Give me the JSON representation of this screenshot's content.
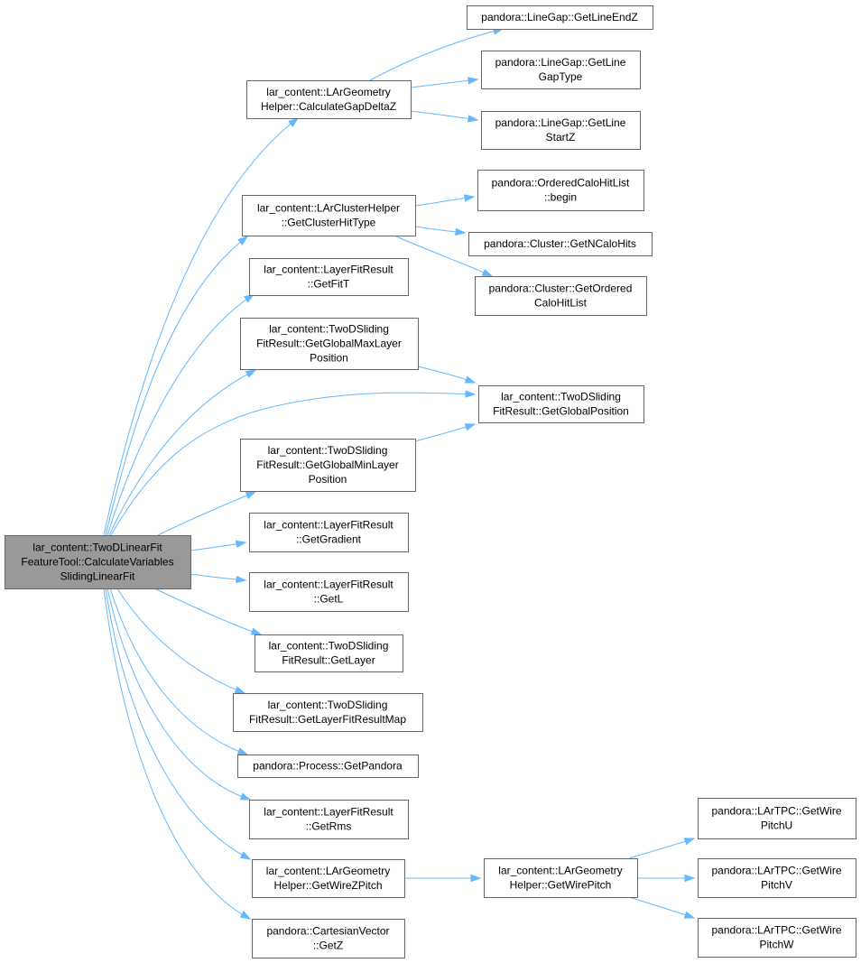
{
  "colors": {
    "edge": "#63b8ff",
    "node_border": "#666666",
    "root_fill": "#999999",
    "node_fill": "#ffffff"
  },
  "nodes": [
    {
      "id": "root",
      "lines": [
        "lar_content::TwoDLinearFit",
        "FeatureTool::CalculateVariables",
        "SlidingLinearFit"
      ]
    },
    {
      "id": "calcGapDeltaZ",
      "lines": [
        "lar_content::LArGeometry",
        "Helper::CalculateGapDeltaZ"
      ]
    },
    {
      "id": "lineEndZ",
      "lines": [
        "pandora::LineGap::GetLineEndZ"
      ]
    },
    {
      "id": "lineGapType",
      "lines": [
        "pandora::LineGap::GetLine",
        "GapType"
      ]
    },
    {
      "id": "lineStartZ",
      "lines": [
        "pandora::LineGap::GetLine",
        "StartZ"
      ]
    },
    {
      "id": "getClusterHitType",
      "lines": [
        "lar_content::LArClusterHelper",
        "::GetClusterHitType"
      ]
    },
    {
      "id": "orderedBegin",
      "lines": [
        "pandora::OrderedCaloHitList",
        "::begin"
      ]
    },
    {
      "id": "getNCaloHits",
      "lines": [
        "pandora::Cluster::GetNCaloHits"
      ]
    },
    {
      "id": "getOrderedCaloHitList",
      "lines": [
        "pandora::Cluster::GetOrdered",
        "CaloHitList"
      ]
    },
    {
      "id": "getFitT",
      "lines": [
        "lar_content::LayerFitResult",
        "::GetFitT"
      ]
    },
    {
      "id": "getGlobalMaxLayerPosition",
      "lines": [
        "lar_content::TwoDSliding",
        "FitResult::GetGlobalMaxLayer",
        "Position"
      ]
    },
    {
      "id": "getGlobalPosition",
      "lines": [
        "lar_content::TwoDSliding",
        "FitResult::GetGlobalPosition"
      ]
    },
    {
      "id": "getGlobalMinLayerPosition",
      "lines": [
        "lar_content::TwoDSliding",
        "FitResult::GetGlobalMinLayer",
        "Position"
      ]
    },
    {
      "id": "getGradient",
      "lines": [
        "lar_content::LayerFitResult",
        "::GetGradient"
      ]
    },
    {
      "id": "getL",
      "lines": [
        "lar_content::LayerFitResult",
        "::GetL"
      ]
    },
    {
      "id": "getLayer",
      "lines": [
        "lar_content::TwoDSliding",
        "FitResult::GetLayer"
      ]
    },
    {
      "id": "getLayerFitResultMap",
      "lines": [
        "lar_content::TwoDSliding",
        "FitResult::GetLayerFitResultMap"
      ]
    },
    {
      "id": "getPandora",
      "lines": [
        "pandora::Process::GetPandora"
      ]
    },
    {
      "id": "getRms",
      "lines": [
        "lar_content::LayerFitResult",
        "::GetRms"
      ]
    },
    {
      "id": "getWireZPitch",
      "lines": [
        "lar_content::LArGeometry",
        "Helper::GetWireZPitch"
      ]
    },
    {
      "id": "getWirePitch",
      "lines": [
        "lar_content::LArGeometry",
        "Helper::GetWirePitch"
      ]
    },
    {
      "id": "wirePitchU",
      "lines": [
        "pandora::LArTPC::GetWire",
        "PitchU"
      ]
    },
    {
      "id": "wirePitchV",
      "lines": [
        "pandora::LArTPC::GetWire",
        "PitchV"
      ]
    },
    {
      "id": "wirePitchW",
      "lines": [
        "pandora::LArTPC::GetWire",
        "PitchW"
      ]
    },
    {
      "id": "getZ",
      "lines": [
        "pandora::CartesianVector",
        "::GetZ"
      ]
    }
  ],
  "edges": [
    {
      "from": "root",
      "to": "calcGapDeltaZ"
    },
    {
      "from": "root",
      "to": "getClusterHitType"
    },
    {
      "from": "root",
      "to": "getFitT"
    },
    {
      "from": "root",
      "to": "getGlobalMaxLayerPosition"
    },
    {
      "from": "root",
      "to": "getGlobalPosition"
    },
    {
      "from": "root",
      "to": "getGlobalMinLayerPosition"
    },
    {
      "from": "root",
      "to": "getGradient"
    },
    {
      "from": "root",
      "to": "getL"
    },
    {
      "from": "root",
      "to": "getLayer"
    },
    {
      "from": "root",
      "to": "getLayerFitResultMap"
    },
    {
      "from": "root",
      "to": "getPandora"
    },
    {
      "from": "root",
      "to": "getRms"
    },
    {
      "from": "root",
      "to": "getWireZPitch"
    },
    {
      "from": "root",
      "to": "getZ"
    },
    {
      "from": "calcGapDeltaZ",
      "to": "lineEndZ"
    },
    {
      "from": "calcGapDeltaZ",
      "to": "lineGapType"
    },
    {
      "from": "calcGapDeltaZ",
      "to": "lineStartZ"
    },
    {
      "from": "getClusterHitType",
      "to": "orderedBegin"
    },
    {
      "from": "getClusterHitType",
      "to": "getNCaloHits"
    },
    {
      "from": "getClusterHitType",
      "to": "getOrderedCaloHitList"
    },
    {
      "from": "getGlobalMaxLayerPosition",
      "to": "getGlobalPosition"
    },
    {
      "from": "getGlobalMinLayerPosition",
      "to": "getGlobalPosition"
    },
    {
      "from": "getWireZPitch",
      "to": "getWirePitch"
    },
    {
      "from": "getWirePitch",
      "to": "wirePitchU"
    },
    {
      "from": "getWirePitch",
      "to": "wirePitchV"
    },
    {
      "from": "getWirePitch",
      "to": "wirePitchW"
    }
  ]
}
